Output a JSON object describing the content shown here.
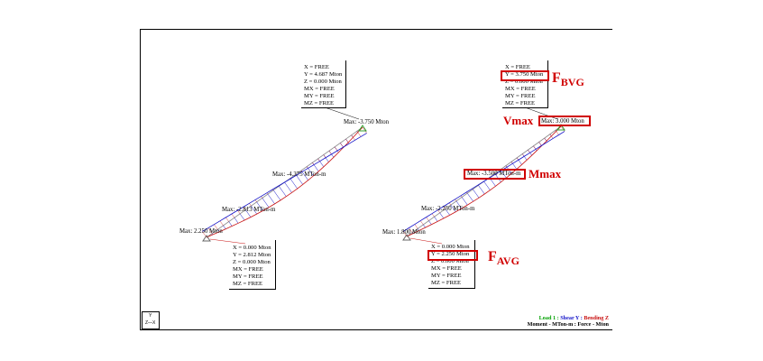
{
  "left_member": {
    "top_support_stack": [
      "X = FREE",
      "Y = 4.687 Mton",
      "Z = 0.000 Mton",
      "MX = FREE",
      "MY = FREE",
      "MZ = FREE"
    ],
    "top_label": "Max: -3.750 Mton",
    "mid_label": "Max: -4.375 MTon-m",
    "low_label": "Max: -2.813 MTon-m",
    "bottom_label": "Max: 2.250 Mton",
    "bottom_support_stack": [
      "X = 0.000 Mton",
      "Y = 2.812 Mton",
      "Z = 0.000 Mton",
      "MX = FREE",
      "MY = FREE",
      "MZ = FREE"
    ]
  },
  "right_member": {
    "top_support_stack": [
      "X = FREE",
      "Y = 3.750 Mton",
      "Z = 0.000 Mton",
      "MX = FREE",
      "MY = FREE",
      "MZ = FREE"
    ],
    "top_label": "Max: 3.000 Mton",
    "mid_label": "Max: -3.500 MTon-m",
    "low_label": "Max: -2.250 MTon-m",
    "bottom_label": "Max: 1.800 Mton",
    "bottom_support_stack": [
      "X = 0.000 Mton",
      "Y = 2.250 Mton",
      "Z = 0.000 Mton",
      "MX = FREE",
      "MY = FREE",
      "MZ = FREE"
    ]
  },
  "annotations": {
    "fbvg_main": "F",
    "fbvg_sub": "BVG",
    "vmax": "Vmax",
    "mmax": "Mmax",
    "favg_main": "F",
    "favg_sub": "AVG"
  },
  "legend": {
    "load": "Load 1 :",
    "shear": "Shear Y :",
    "bending": "Bending Z",
    "units": "Moment - MTon-m : Force - Mton"
  },
  "axis_icon": {
    "y": "Y",
    "zx": "Z—X"
  },
  "colors": {
    "shear": "#1010c8",
    "bending": "#c81010",
    "support": "#30a030",
    "highlight": "#d00000",
    "load_green": "#00a000"
  }
}
